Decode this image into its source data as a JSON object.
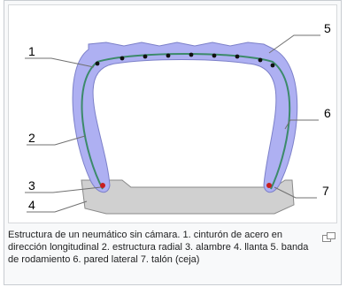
{
  "figure": {
    "callouts": [
      "1",
      "2",
      "3",
      "4",
      "5",
      "6",
      "7"
    ],
    "colors": {
      "casing_fill": "#aeb0f2",
      "casing_stroke": "#7c80c9",
      "cord": "#3c8a6a",
      "bead_wire": "#c81e1e",
      "rim_fill": "#d0d0d0",
      "rim_stroke": "#8a8a8a"
    }
  },
  "caption": {
    "text": "Estructura de un neumático sin cámara. 1. cinturón de acero en dirección longitudinal 2. estructura radial 3. alambre 4. llanta 5. banda de rodamiento 6. pared lateral 7. talón (ceja)"
  },
  "magnify": {
    "icon": "magnify-clip-icon"
  }
}
